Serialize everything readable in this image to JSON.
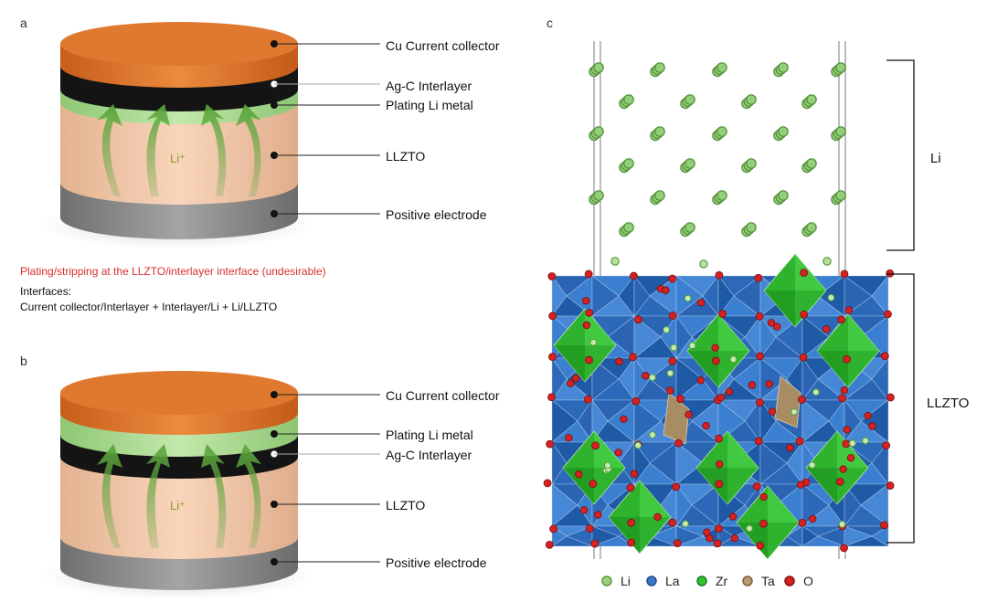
{
  "panels": {
    "a": {
      "letter": "a",
      "labels": [
        "Cu Current collector",
        "Ag-C Interlayer",
        "Plating Li metal",
        "LLZTO",
        "Positive electrode"
      ],
      "ion_label": "Li⁺",
      "note_red": "Plating/stripping at the LLZTO/interlayer interface (undesirable)",
      "note_heading": "Interfaces:",
      "note_body": "Current collector/Interlayer + Interlayer/Li + Li/LLZTO"
    },
    "b": {
      "letter": "b",
      "labels": [
        "Cu Current collector",
        "Plating Li metal",
        "Ag-C Interlayer",
        "LLZTO",
        "Positive electrode"
      ],
      "ion_label": "Li⁺"
    },
    "c": {
      "letter": "c",
      "bracket_top": "Li",
      "bracket_bottom": "LLZTO",
      "legend": [
        "Li",
        "La",
        "Zr",
        "Ta",
        "O"
      ]
    }
  },
  "colors": {
    "cu": "#e0762a",
    "agc": "#151515",
    "li_metal": "#a9d88c",
    "llzto": "#f3c9ab",
    "positive": "#8a8a8a",
    "arrow": "#6aaa47",
    "la_blue": "#2f6fc0",
    "zr_green": "#2fb32f",
    "ta_tan": "#a88d64",
    "o_red": "#cc1f1f",
    "li_atom": "#8ccc70",
    "note_red": "#d93030"
  }
}
